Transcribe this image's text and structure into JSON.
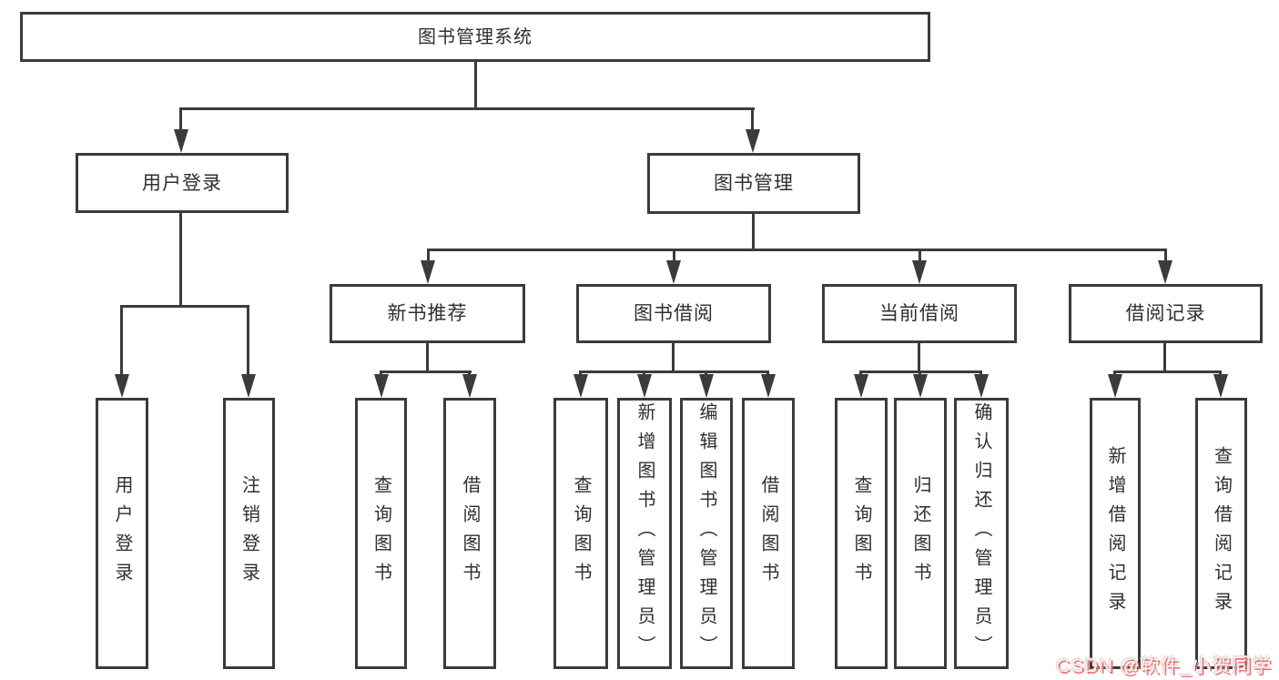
{
  "colors": {
    "line": "#3b3b3b",
    "text": "#2f2f2f",
    "background": "#ffffff",
    "watermark_fill": "#ededed",
    "watermark_shadow": "#f56c6c"
  },
  "watermark": {
    "text": "CSDN @软件_小贺同学"
  },
  "tree": {
    "root": {
      "label": "图书管理系统"
    },
    "level2": [
      {
        "label": "用户登录",
        "children": [
          {
            "label": "用户登录"
          },
          {
            "label": "注销登录"
          }
        ]
      },
      {
        "label": "图书管理",
        "sections": [
          {
            "label": "新书推荐",
            "children": [
              {
                "label": "查询图书"
              },
              {
                "label": "借阅图书"
              }
            ]
          },
          {
            "label": "图书借阅",
            "children": [
              {
                "label": "查询图书"
              },
              {
                "label": "新增图书（管理员）"
              },
              {
                "label": "编辑图书（管理员）"
              },
              {
                "label": "借阅图书"
              }
            ]
          },
          {
            "label": "当前借阅",
            "children": [
              {
                "label": "查询图书"
              },
              {
                "label": "归还图书"
              },
              {
                "label": "确认归还（管理员）"
              }
            ]
          },
          {
            "label": "借阅记录",
            "children": [
              {
                "label": "新增借阅记录"
              },
              {
                "label": "查询借阅记录"
              }
            ]
          }
        ]
      }
    ]
  }
}
